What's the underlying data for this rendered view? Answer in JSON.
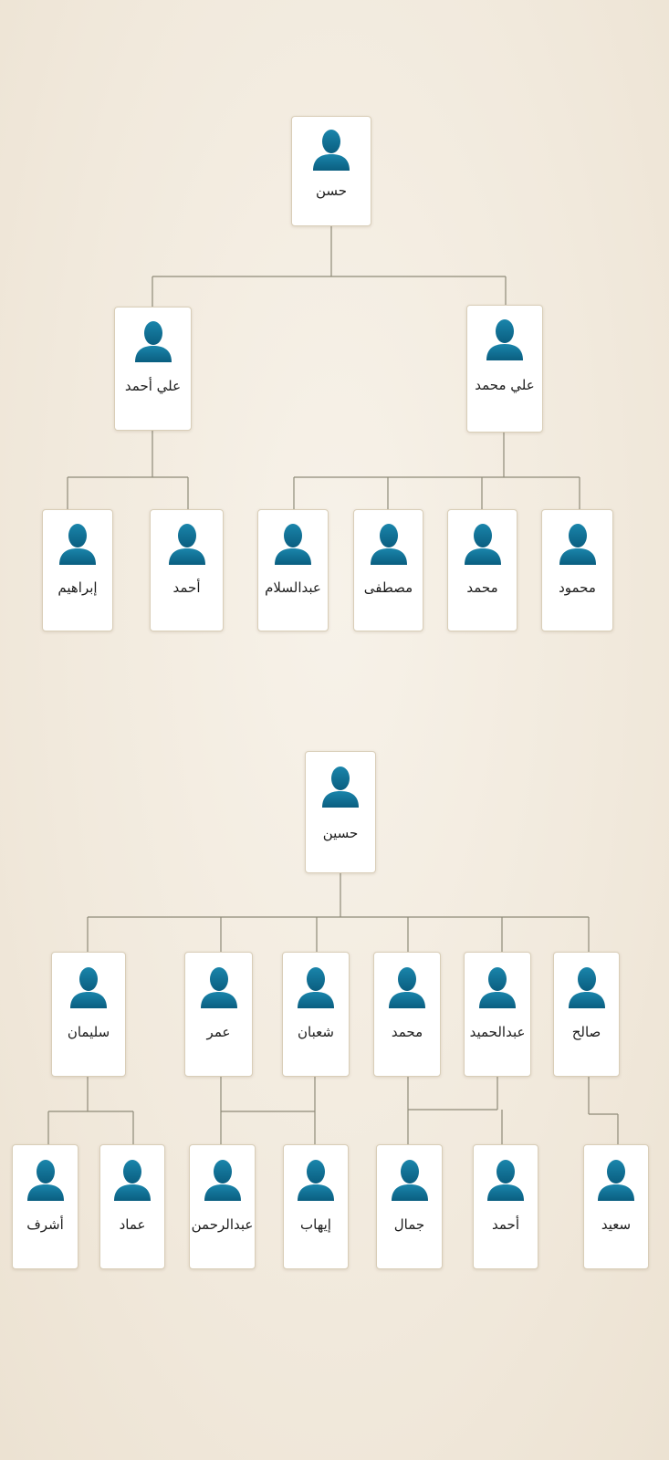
{
  "tree1": {
    "root": "حسن",
    "left_child": "علي أحمد",
    "right_child": "علي محمد",
    "left_grandchildren": [
      "إبراهيم",
      "أحمد"
    ],
    "right_grandchildren": [
      "عبدالسلام",
      "مصطفى",
      "محمد",
      "محمود"
    ]
  },
  "tree2": {
    "root": "حسين",
    "children": [
      "سليمان",
      "عمر",
      "شعبان",
      "محمد",
      "عبدالحميد",
      "صالح"
    ],
    "grandchildren": [
      "أشرف",
      "عماد",
      "عبدالرحمن",
      "إيهاب",
      "جمال",
      "أحمد",
      "سعيد"
    ]
  },
  "colors": {
    "avatar": "#0e6f95",
    "connector": "#8e8a78",
    "card_border": "#d9ceb8"
  },
  "icons": {
    "person": "person-silhouette-icon"
  }
}
